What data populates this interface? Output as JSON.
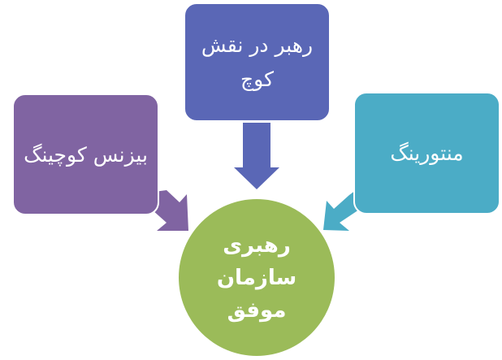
{
  "diagram": {
    "type": "converging-boxes-to-circle",
    "center": {
      "label": "رهبری\nسازمان\nموفق",
      "color": "#9bbb59",
      "shape": "circle"
    },
    "nodes": [
      {
        "id": "top",
        "label": "رهبر در نقش\nکوچ",
        "color": "#5a67b6",
        "arrow_direction": "down"
      },
      {
        "id": "left",
        "label": "بیزنس کوچینگ",
        "color": "#8064a2",
        "arrow_direction": "down-right"
      },
      {
        "id": "right",
        "label": "منتورینگ",
        "color": "#4bacc6",
        "arrow_direction": "down-left"
      }
    ]
  }
}
